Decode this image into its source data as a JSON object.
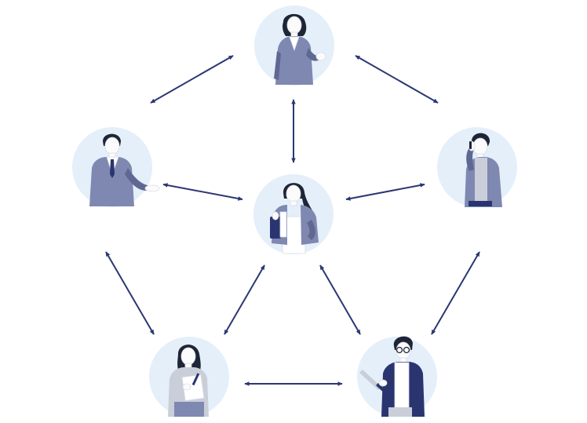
{
  "nodes": [
    {
      "id": "top",
      "role": "woman-gesturing",
      "icon": "businesswoman-icon"
    },
    {
      "id": "left",
      "role": "man-in-suit-pointing",
      "icon": "businessman-icon"
    },
    {
      "id": "center",
      "role": "woman-holding-tablet",
      "icon": "woman-with-tablet-icon"
    },
    {
      "id": "right",
      "role": "man-on-phone",
      "icon": "man-on-phone-icon"
    },
    {
      "id": "bottom-left",
      "role": "woman-writing-on-clipboard",
      "icon": "woman-with-clipboard-icon"
    },
    {
      "id": "bottom-right",
      "role": "man-with-glasses-using-laptop",
      "icon": "man-with-laptop-icon"
    }
  ],
  "connections": [
    [
      "top",
      "left"
    ],
    [
      "top",
      "right"
    ],
    [
      "top",
      "center"
    ],
    [
      "left",
      "center"
    ],
    [
      "right",
      "center"
    ],
    [
      "left",
      "bottom-left"
    ],
    [
      "right",
      "bottom-right"
    ],
    [
      "center",
      "bottom-left"
    ],
    [
      "center",
      "bottom-right"
    ],
    [
      "bottom-left",
      "bottom-right"
    ]
  ],
  "colors": {
    "arrow": "#2b3674",
    "circle_background": "#e4effa",
    "suit": "#7f88b1",
    "hair": "#1d2537"
  }
}
